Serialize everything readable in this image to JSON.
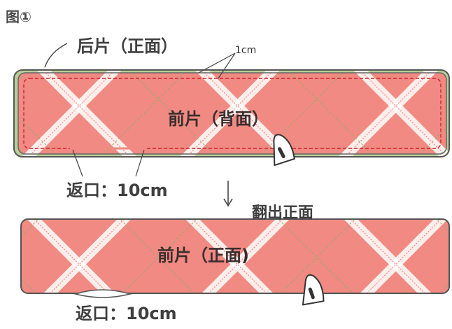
{
  "figure_label": "图①",
  "back_piece_label": "后片（正面）",
  "seam_allowance_label": "1cm",
  "front_back_label": "前片（背面）",
  "opening_label_top": "返口：10cm",
  "turn_out_label": "翻出正面",
  "front_face_label": "前片（正面)",
  "opening_label_bottom": "返口：10cm",
  "colors": {
    "fabric_pink": "#f08a82",
    "fabric_green": "#b8cf98",
    "plaid_white": "#ffffff",
    "plaid_green": "#8cae6e",
    "seam_red": "#d2232a",
    "outline": "#555555"
  },
  "icons": [
    "iron-icon",
    "down-arrow-icon"
  ]
}
